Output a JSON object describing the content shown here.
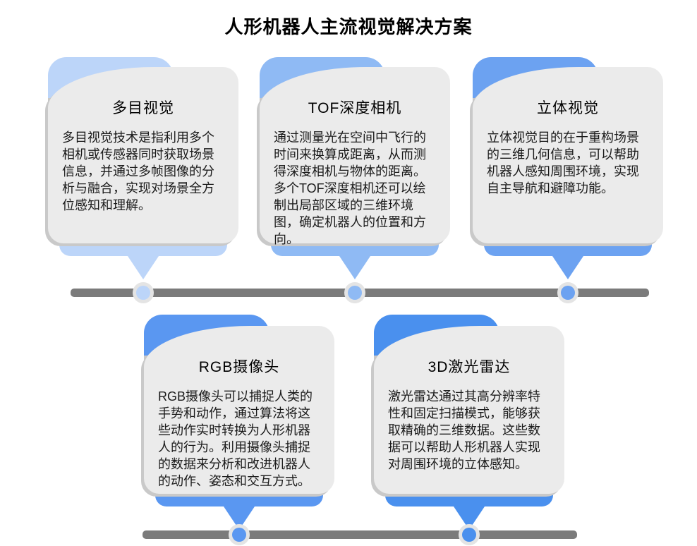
{
  "title": "人形机器人主流视觉解决方案",
  "cards": [
    {
      "title": "多目视觉",
      "body": "多目视觉技术是指利用多个相机或传感器同时获取场景信息，并通过多帧图像的分析与融合，实现对场景全方位感知和理解。",
      "accent": "#bcd5f9"
    },
    {
      "title": "TOF深度相机",
      "body": "通过测量光在空间中飞行的时间来换算成距离，从而测得深度相机与物体的距离。多个TOF深度相机还可以绘制出局部区域的三维环境图，确定机器人的位置和方向。",
      "accent": "#8fbaf4"
    },
    {
      "title": "立体视觉",
      "body": "立体视觉目的在于重构场景的三维几何信息，可以帮助机器人感知周围环境，实现自主导航和避障功能。",
      "accent": "#6ca2f1"
    },
    {
      "title": "RGB摄像头",
      "body": "RGB摄像头可以捕捉人类的手势和动作，通过算法将这些动作实时转换为人形机器人的行为。利用摄像头捕捉的数据来分析和改进机器人的动作、姿态和交互方式。",
      "accent": "#5a97f1"
    },
    {
      "title": "3D激光雷达",
      "body": "激光雷达通过其高分辨率特性和固定扫描模式，能够获取精确的三维数据。这些数据可以帮助人形机器人实现对周围环境的立体感知。",
      "accent": "#4a90ee"
    }
  ],
  "colors": {
    "background": "#ffffff",
    "card_bg": "#ebebeb",
    "card_shadow": "#c9c9c9",
    "blob_shadow": "#c8c8c8",
    "timeline": "#7b7b7b",
    "node_ring": "#e4e4e4",
    "title_color": "#000000",
    "body_text": "#1a1a1a"
  }
}
